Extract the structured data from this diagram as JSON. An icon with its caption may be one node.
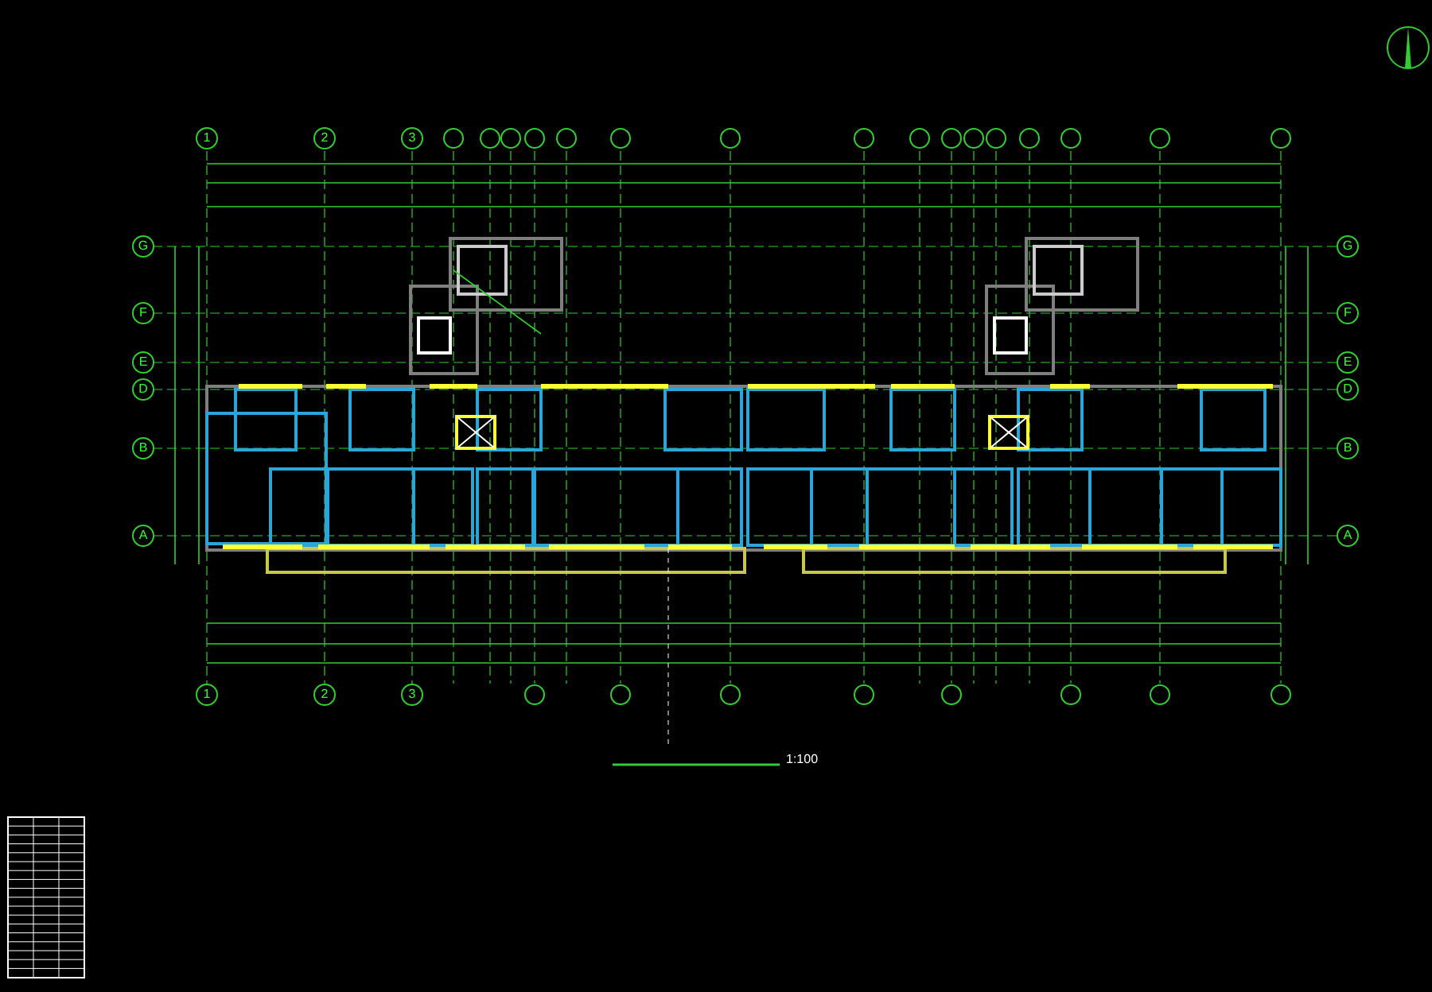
{
  "diagram": {
    "labels": [
      "1",
      "2",
      "3",
      "G",
      "G",
      "F",
      "F",
      "E",
      "E",
      "D",
      "D",
      "B",
      "B",
      "A",
      "A",
      "1",
      "2",
      "3",
      "1:100"
    ]
  }
}
